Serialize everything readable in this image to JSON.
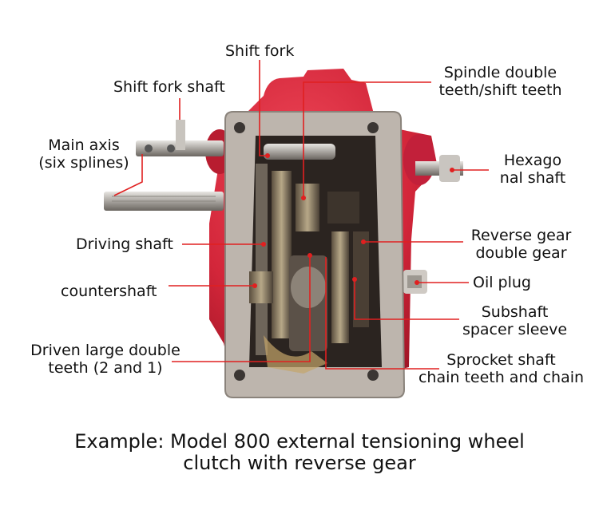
{
  "labels": {
    "shift_fork": "Shift fork",
    "shift_fork_shaft": "Shift fork shaft",
    "spindle_double_teeth": [
      "Spindle double",
      "teeth/shift teeth"
    ],
    "main_axis": [
      "Main axis",
      "(six splines)"
    ],
    "hexagonal_shaft": [
      "Hexago",
      "nal shaft"
    ],
    "driving_shaft": "Driving shaft",
    "reverse_gear": [
      "Reverse gear",
      "double gear"
    ],
    "oil_plug": "Oil plug",
    "countershaft": "countershaft",
    "subshaft_spacer": [
      "Subshaft",
      "spacer sleeve"
    ],
    "driven_large_double": [
      "Driven large double",
      "teeth (2 and 1)"
    ],
    "sprocket_shaft": [
      "Sprocket shaft",
      "chain teeth and chain"
    ]
  },
  "caption": [
    "Example: Model 800 external tensioning wheel",
    "clutch with reverse gear"
  ],
  "colors": {
    "leader_line": "#e02020",
    "housing_red": "#d8283a",
    "casing_gray": "#b8b0a8",
    "interior_dark": "#2a2522"
  }
}
